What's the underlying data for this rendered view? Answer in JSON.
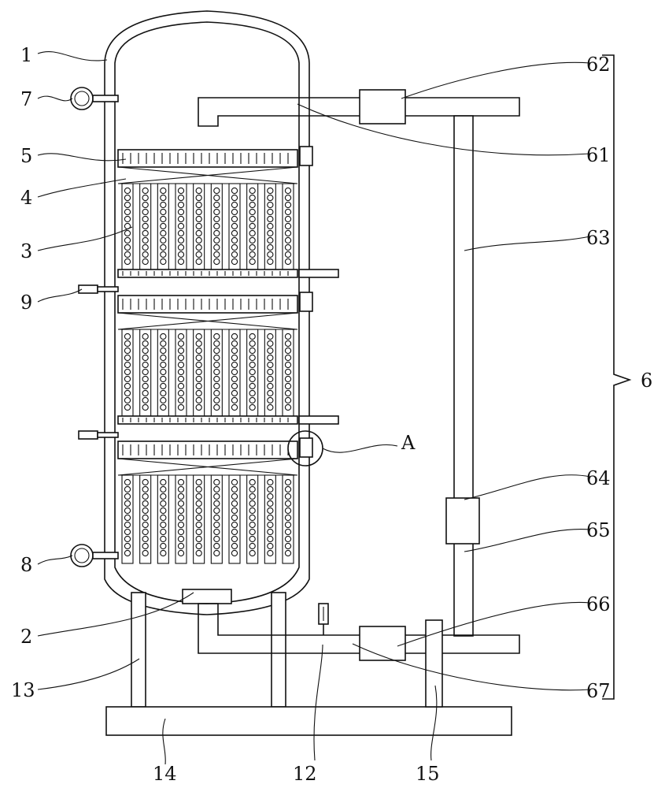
{
  "figure": {
    "labels": {
      "l1": "1",
      "l2": "2",
      "l3": "3",
      "l4": "4",
      "l5": "5",
      "l6": "6",
      "l7": "7",
      "l8": "8",
      "l9": "9",
      "l12": "12",
      "l13": "13",
      "l14": "14",
      "l15": "15",
      "l61": "61",
      "l62": "62",
      "l63": "63",
      "l64": "64",
      "l65": "65",
      "l66": "66",
      "l67": "67",
      "lA": "A"
    },
    "line_color": "#111111",
    "background": "#ffffff"
  }
}
